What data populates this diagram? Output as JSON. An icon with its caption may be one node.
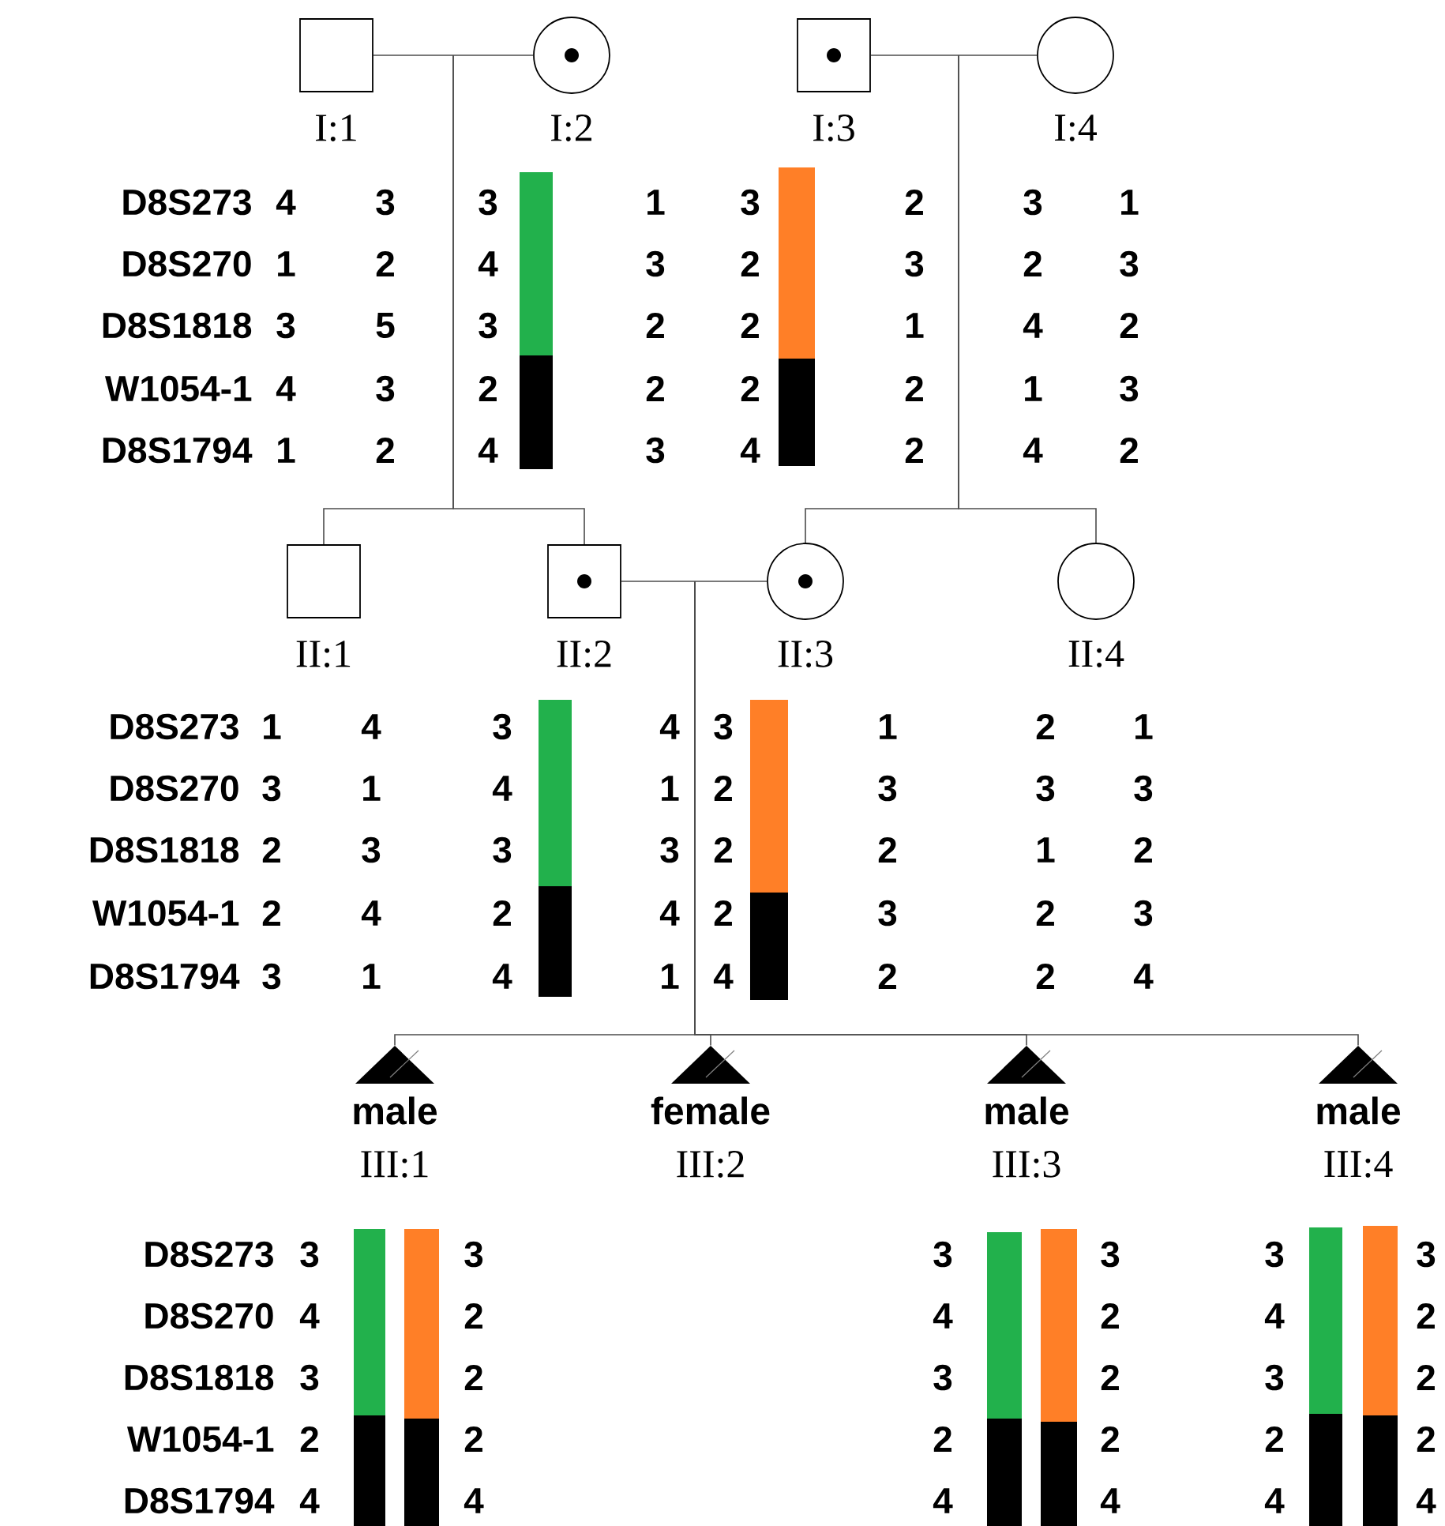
{
  "diagram": {
    "nodes": [
      {
        "text": [
          "I:1"
        ]
      },
      {
        "text": [
          "I:2"
        ]
      },
      {
        "text": [
          "I:3"
        ]
      },
      {
        "text": [
          "I:4"
        ]
      },
      {
        "text": [
          "II:1"
        ]
      },
      {
        "text": [
          "II:2"
        ]
      },
      {
        "text": [
          "II:3"
        ]
      },
      {
        "text": [
          "II:4"
        ]
      },
      {
        "text": [
          "male",
          "III:1"
        ]
      },
      {
        "text": [
          "female",
          "III:2"
        ]
      },
      {
        "text": [
          "male",
          "III:3"
        ]
      },
      {
        "text": [
          "male",
          "III:4"
        ]
      }
    ],
    "edges": [
      {
        "from": 0,
        "to": 1,
        "arrow": "none"
      },
      {
        "from": 2,
        "to": 3,
        "arrow": "none"
      },
      {
        "from": null,
        "to": 4,
        "arrow": "none"
      },
      {
        "from": null,
        "to": 5,
        "arrow": "none"
      },
      {
        "from": null,
        "to": 6,
        "arrow": "none"
      },
      {
        "from": null,
        "to": 7,
        "arrow": "none"
      },
      {
        "from": 5,
        "to": 6,
        "arrow": "none"
      },
      {
        "from": null,
        "to": 8,
        "arrow": "none"
      },
      {
        "from": null,
        "to": 9,
        "arrow": "none"
      },
      {
        "from": null,
        "to": 10,
        "arrow": "none"
      },
      {
        "from": null,
        "to": 11,
        "arrow": "none"
      }
    ],
    "labels": [
      "D8S273",
      "4",
      "3",
      "3",
      "1",
      "3",
      "2",
      "3",
      "1",
      "D8S270",
      "1",
      "2",
      "4",
      "3",
      "2",
      "3",
      "2",
      "3",
      "D8S1818",
      "3",
      "5",
      "3",
      "2",
      "2",
      "1",
      "4",
      "2",
      "W1054-1",
      "4",
      "3",
      "2",
      "2",
      "2",
      "2",
      "1",
      "3",
      "D8S1794",
      "1",
      "2",
      "4",
      "3",
      "4",
      "2",
      "4",
      "2",
      "D8S273",
      "1",
      "4",
      "3",
      "4",
      "3",
      "1",
      "2",
      "1",
      "D8S270",
      "3",
      "1",
      "4",
      "1",
      "2",
      "3",
      "3",
      "3",
      "D8S1818",
      "2",
      "3",
      "3",
      "3",
      "2",
      "2",
      "1",
      "2",
      "W1054-1",
      "2",
      "4",
      "2",
      "4",
      "2",
      "3",
      "2",
      "3",
      "D8S1794",
      "3",
      "1",
      "4",
      "1",
      "4",
      "2",
      "2",
      "4",
      "D8S273",
      "3",
      "3",
      "3",
      "3",
      "3",
      "3",
      "D8S270",
      "4",
      "2",
      "4",
      "2",
      "4",
      "2",
      "D8S1818",
      "3",
      "2",
      "3",
      "2",
      "3",
      "2",
      "W1054-1",
      "2",
      "2",
      "2",
      "2",
      "2",
      "2",
      "D8S1794",
      "4",
      "4",
      "4",
      "4",
      "4",
      "4"
    ]
  }
}
